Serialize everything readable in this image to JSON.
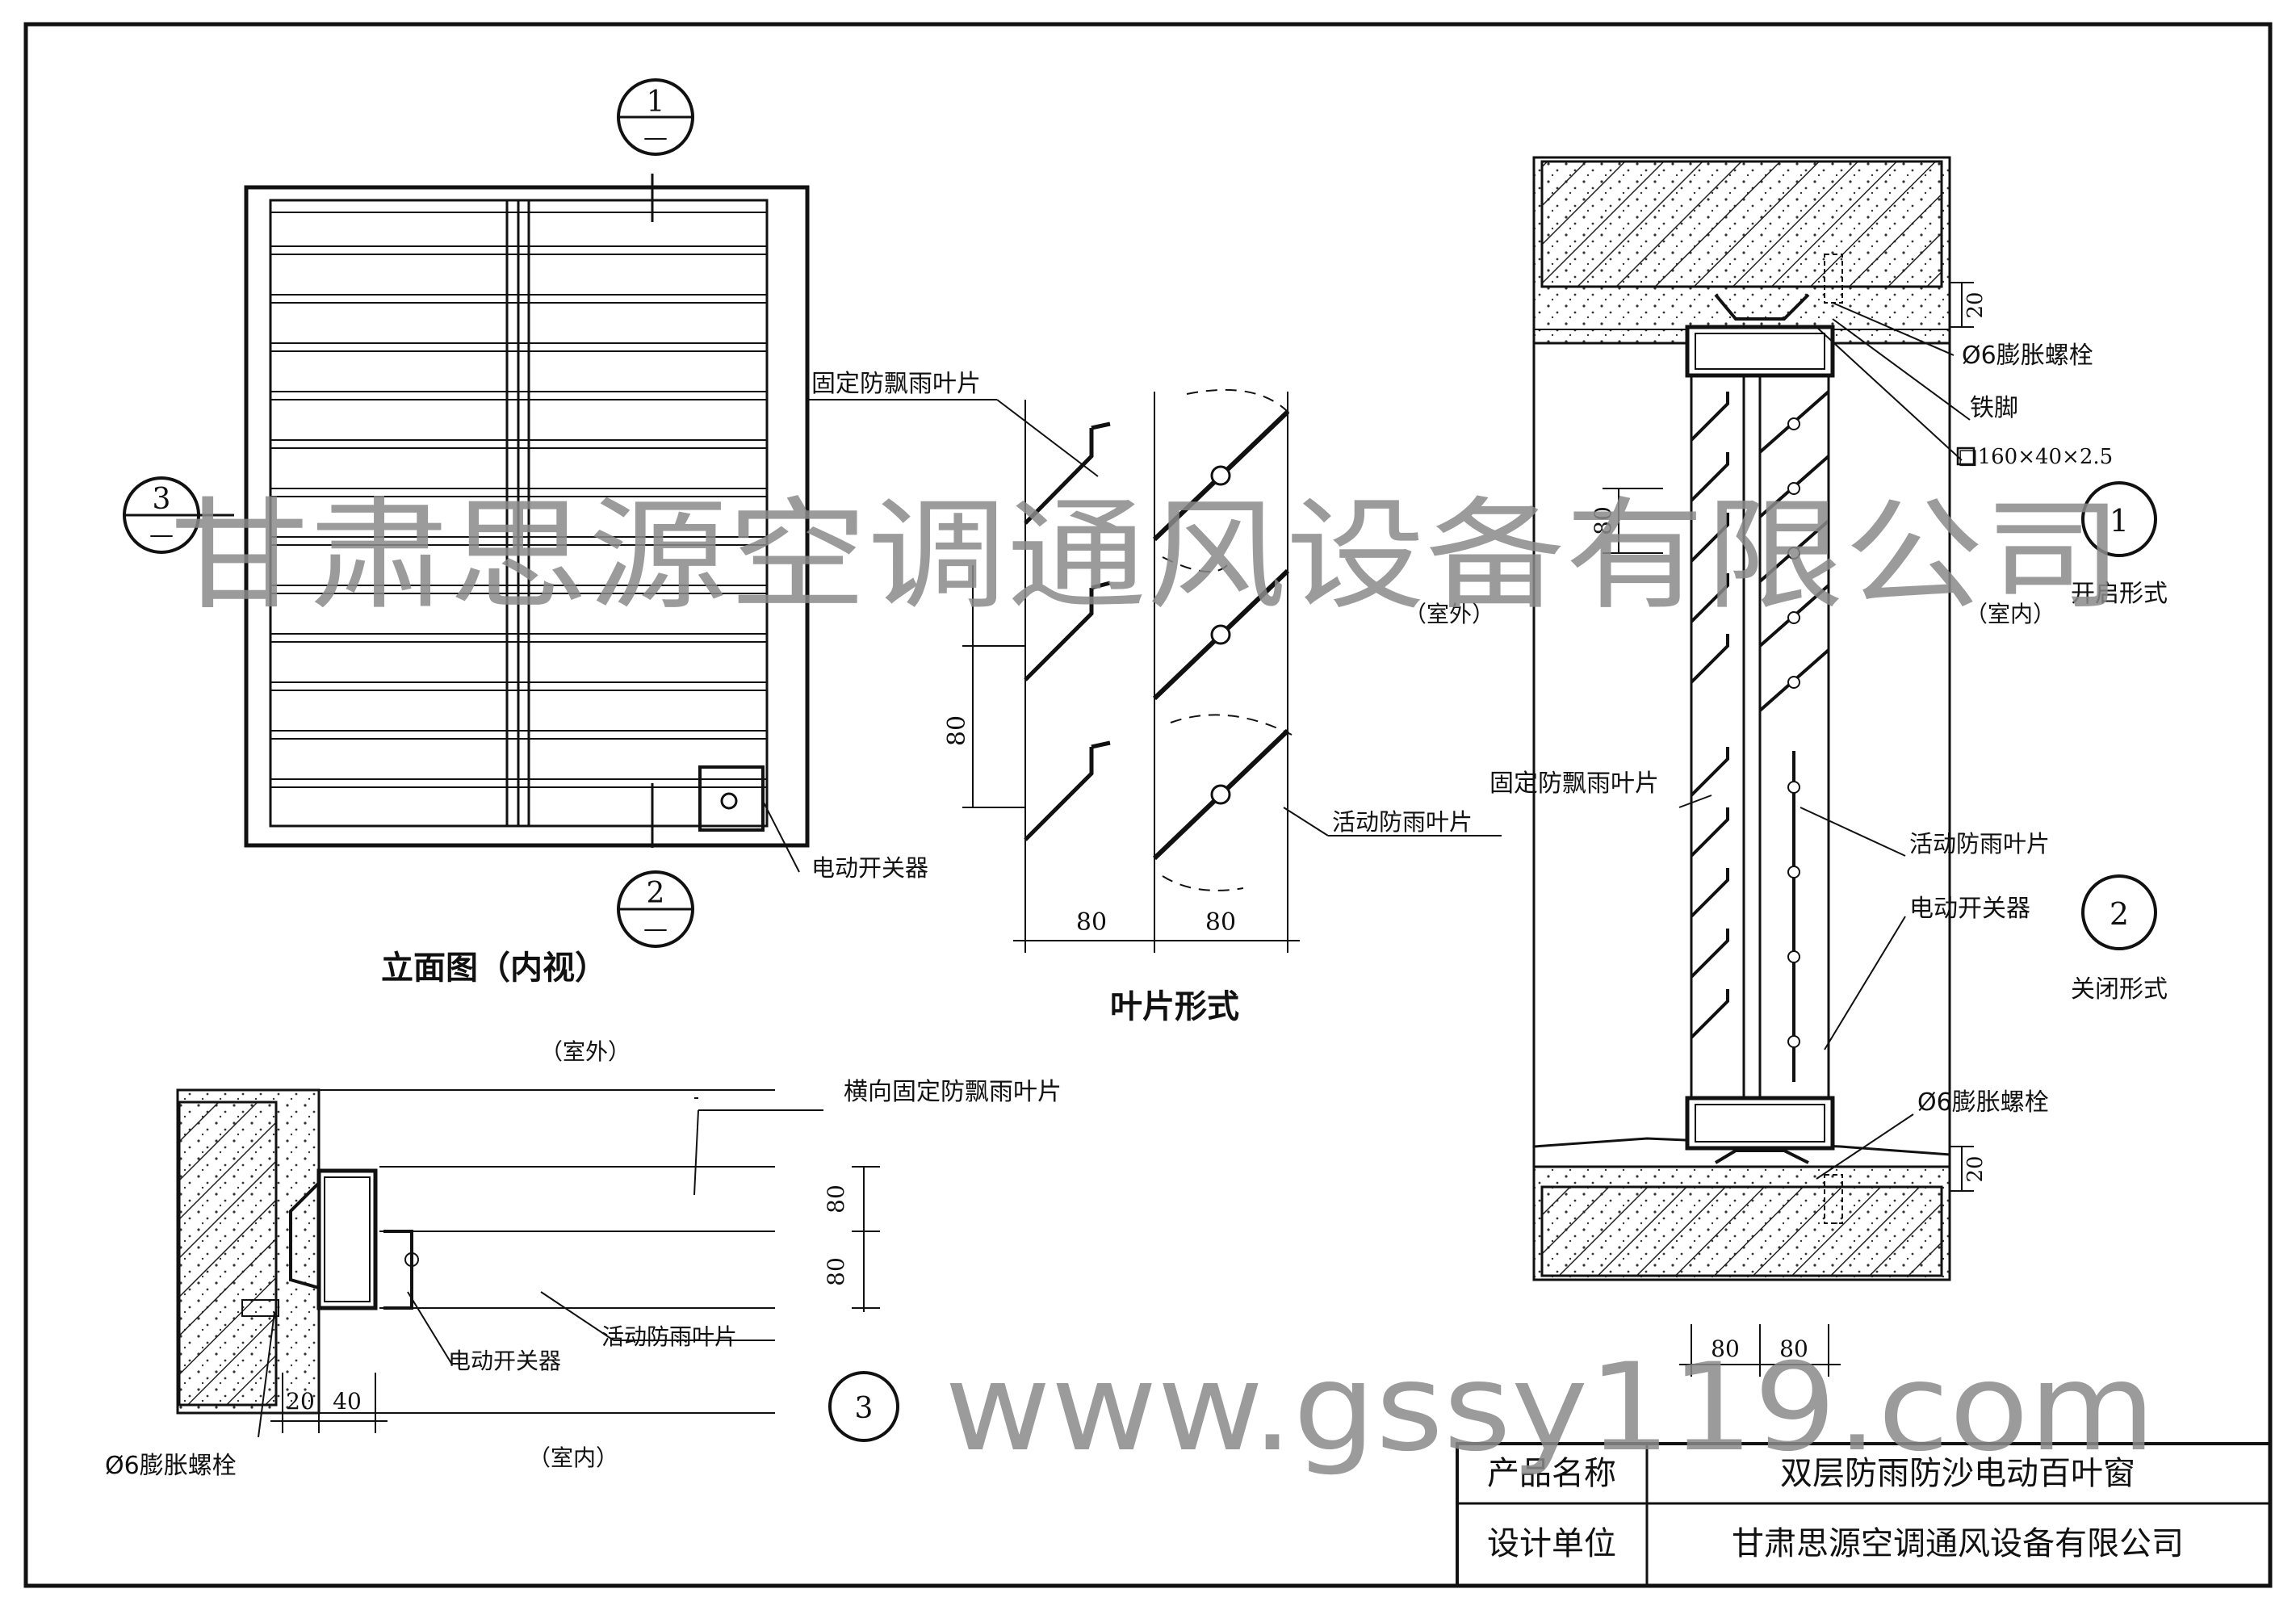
{
  "labels": {
    "elevation_title": "立面图（内视）",
    "blade_form_title": "叶片形式",
    "fixed_blade": "固定防飘雨叶片",
    "movable_blade": "活动防雨叶片",
    "motor_switch": "电动开关器",
    "outdoor": "（室外）",
    "indoor": "（室内）",
    "bolt": "Ø6膨胀螺栓",
    "iron_foot": "铁脚",
    "frame_section": "□160×40×2.5",
    "open_form": "开启形式",
    "closed_form": "关闭形式",
    "horizontal_fixed_blade": "横向固定防飘雨叶片"
  },
  "section_marks": {
    "m1": "1",
    "m2": "2",
    "m3": "3",
    "dash": "—"
  },
  "dimensions": {
    "d80": "80",
    "d20": "20",
    "d40": "40"
  },
  "title_block": {
    "product_label": "产品名称",
    "product_value": "双层防雨防沙电动百叶窗",
    "designer_label": "设计单位",
    "designer_value": "甘肃思源空调通风设备有限公司"
  },
  "watermark": {
    "company": "甘肃思源空调通风设备有限公司",
    "url": "www.gssy119.com"
  }
}
